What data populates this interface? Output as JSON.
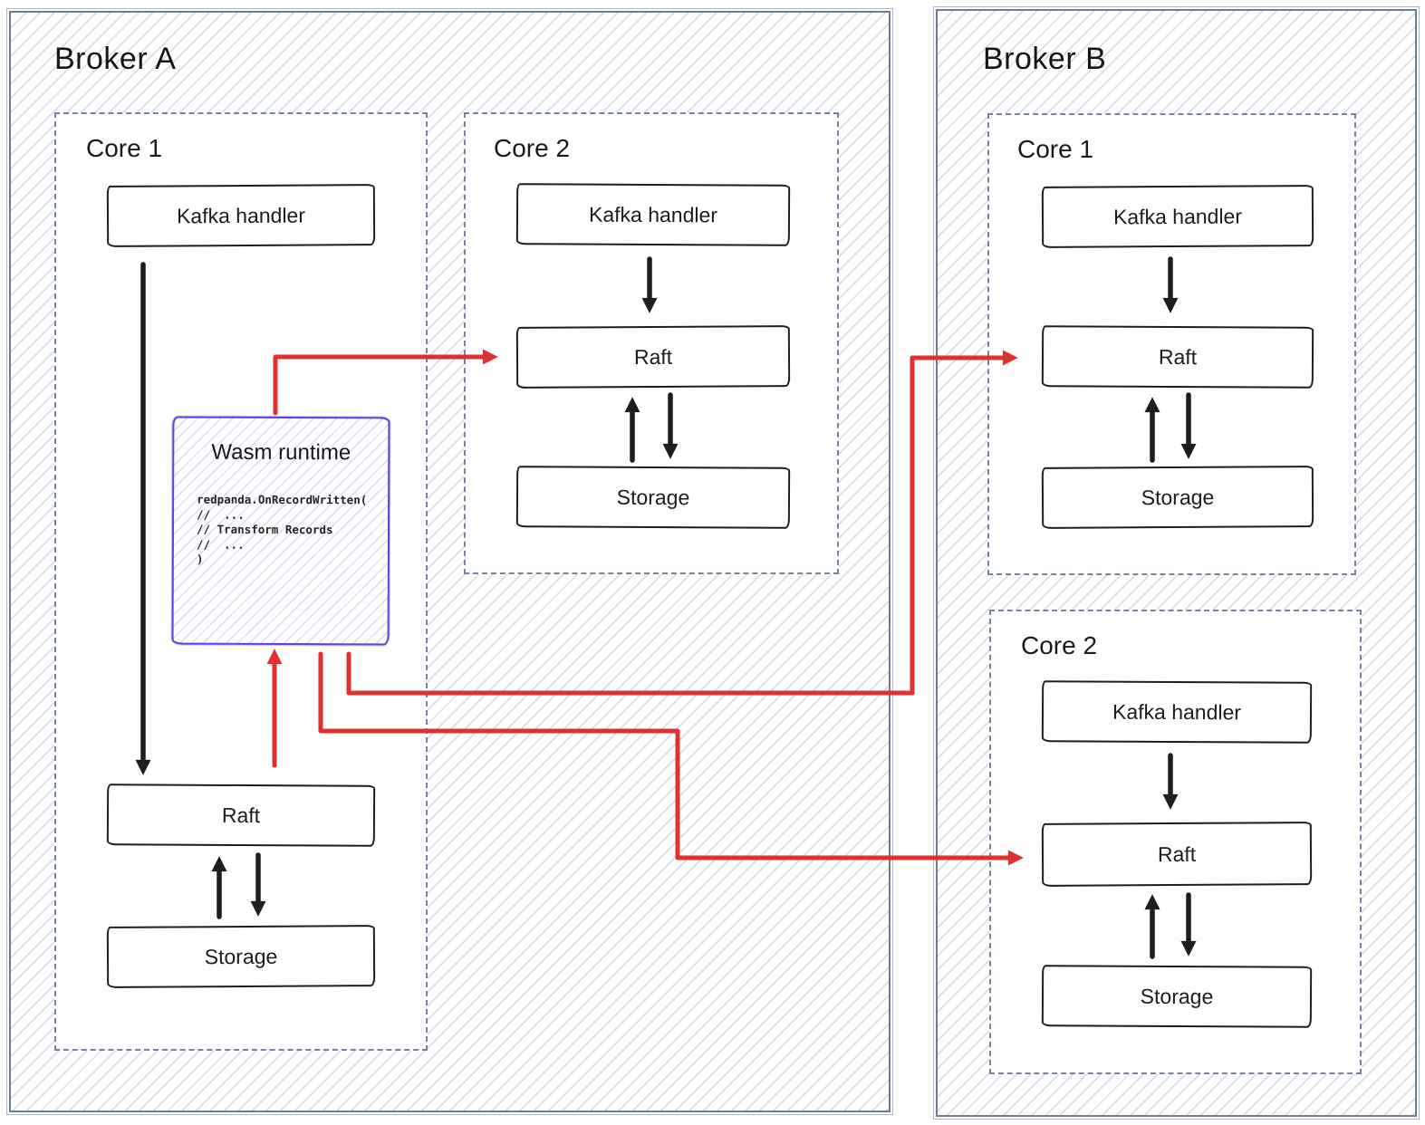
{
  "diagram": {
    "brokers": [
      {
        "title": "Broker A",
        "cores": [
          {
            "label": "Core 1",
            "nodes": [
              "Kafka handler",
              "Raft",
              "Storage"
            ]
          },
          {
            "label": "Core 2",
            "nodes": [
              "Kafka handler",
              "Raft",
              "Storage"
            ]
          }
        ]
      },
      {
        "title": "Broker B",
        "cores": [
          {
            "label": "Core 1",
            "nodes": [
              "Kafka handler",
              "Raft",
              "Storage"
            ]
          },
          {
            "label": "Core 2",
            "nodes": [
              "Kafka handler",
              "Raft",
              "Storage"
            ]
          }
        ]
      }
    ],
    "wasm_runtime": {
      "title": "Wasm runtime",
      "code_lines": [
        "redpanda.OnRecordWritten(",
        "//  ...",
        "// Transform Records",
        "//  ...",
        ")"
      ]
    },
    "colors": {
      "arrow_red": "#e03131",
      "arrow_black": "#1e1e1e",
      "wasm_purple": "#6741d9",
      "frame_slate": "#6e7d96",
      "hatch_line": "#aab5c9"
    }
  }
}
